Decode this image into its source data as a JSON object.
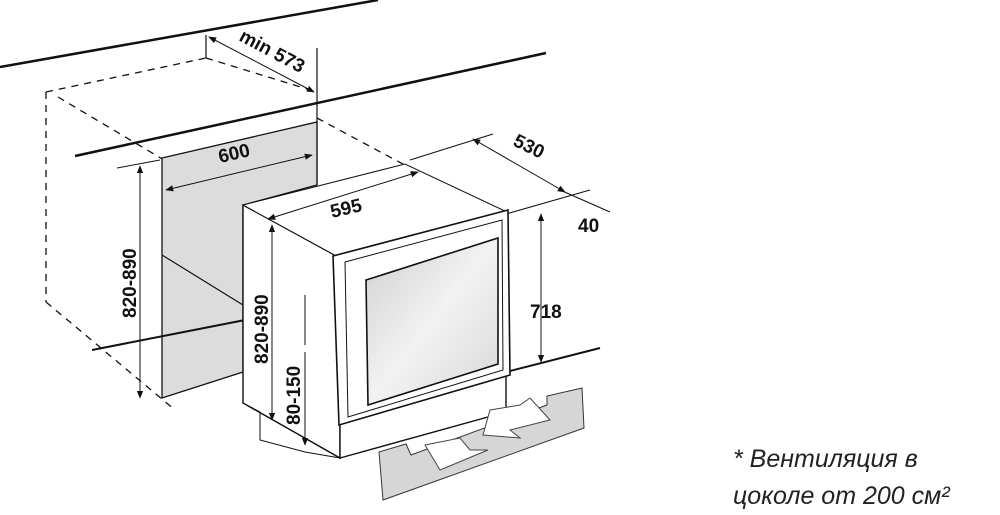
{
  "dimensions": {
    "niche_depth": "min 573",
    "niche_width": "600",
    "niche_height": "820-890",
    "appliance_width": "595",
    "appliance_depth": "530",
    "door_thickness": "40",
    "appliance_height": "718",
    "installed_height": "820-890",
    "plinth_height": "80-150"
  },
  "note": {
    "line1": "* Вентиляция в",
    "line2": "цоколе от 200 см²"
  },
  "colors": {
    "panel_gray": "#dcdcdc",
    "line": "#111111"
  }
}
